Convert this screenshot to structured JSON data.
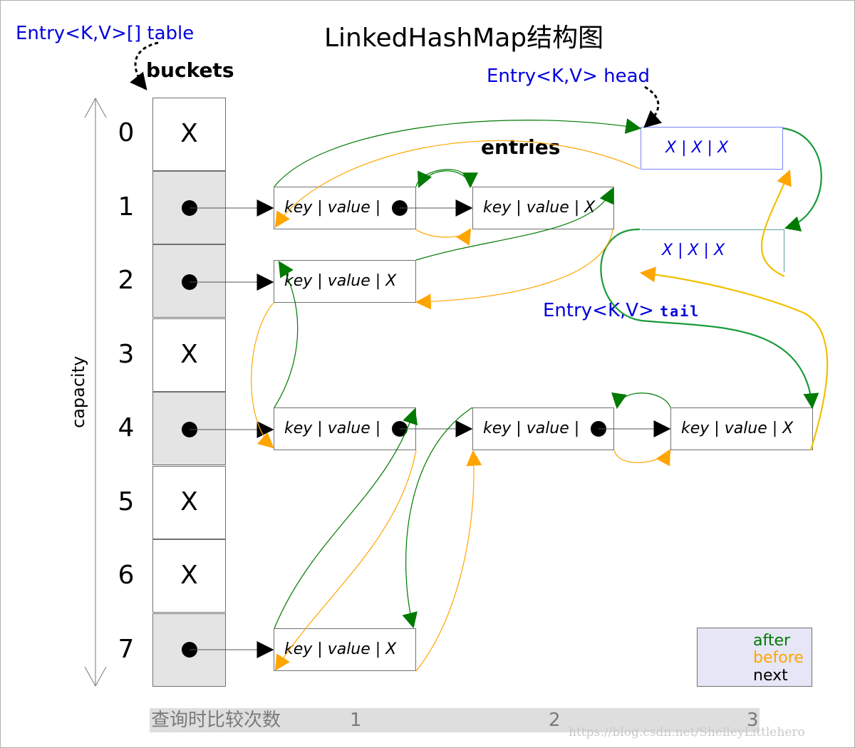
{
  "title": "LinkedHashMap结构图",
  "table_label": "Entry<K,V>[] table",
  "head_label": "Entry<K,V> head",
  "tail_label_prefix": "Entry<K,V>",
  "tail_label_word": "tail",
  "buckets_label": "buckets",
  "entries_label": "entries",
  "capacity_label": "capacity",
  "bucket_indices": [
    "0",
    "1",
    "2",
    "3",
    "4",
    "5",
    "6",
    "7"
  ],
  "bucket_empty_mark": "X",
  "entry_text_with_next": "key | value |",
  "entry_text_end": "key | value |  X",
  "header_text": "X  |  X  | X",
  "legend": {
    "after": "after",
    "before": "before",
    "next": "next"
  },
  "colors": {
    "after": "#007a00",
    "before": "#ffa500",
    "link_blue": "#0000dd",
    "bucket_filled": "#e4e4e4"
  },
  "comparison_label": "查询时比较次数",
  "comparison_values": [
    "1",
    "2",
    "3"
  ],
  "watermark": "https://blog.csdn.net/ShelleyLittlehero"
}
